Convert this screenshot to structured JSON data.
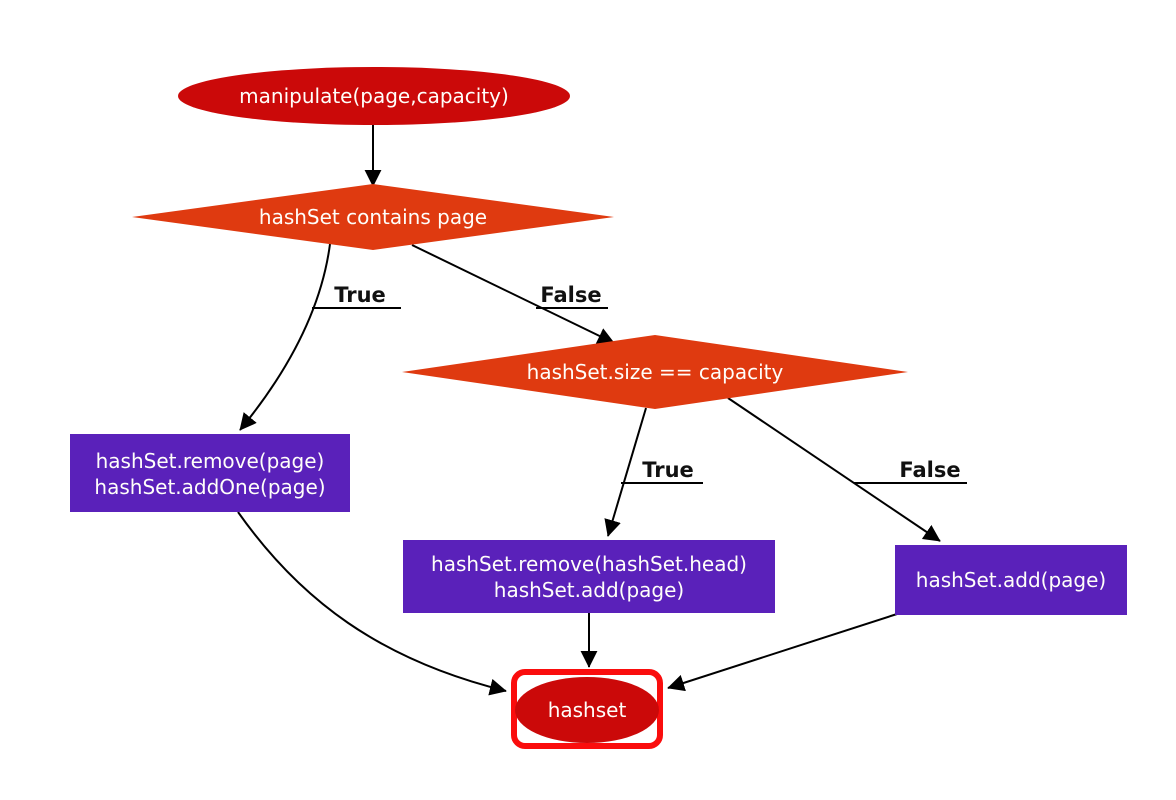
{
  "diagram": {
    "title": "hashset page manipulation flowchart",
    "background_color": "#ffffff",
    "edge_color": "#000000",
    "edge_label_color": "#111111",
    "node_text_color": "#fffefa",
    "nodes": {
      "start": {
        "label": "manipulate(page,capacity)",
        "shape": "ellipse",
        "fill": "#cb0909"
      },
      "decision1": {
        "label": "hashSet contains page",
        "shape": "diamond",
        "fill": "#df3a10"
      },
      "decision2": {
        "label": "hashSet.size == capacity",
        "shape": "diamond",
        "fill": "#df3a10"
      },
      "process1": {
        "line1": "hashSet.remove(page)",
        "line2": "hashSet.addOne(page)",
        "shape": "rect",
        "fill": "#5a21ba"
      },
      "process2": {
        "line1": "hashSet.remove(hashSet.head)",
        "line2": "hashSet.add(page)",
        "shape": "rect",
        "fill": "#5a21ba"
      },
      "process3": {
        "label": "hashSet.add(page)",
        "shape": "rect",
        "fill": "#5a21ba"
      },
      "end": {
        "label": "hashset",
        "shape": "ellipse-highlighted",
        "fill": "#cb0909",
        "border_color": "#fa0d0d"
      }
    },
    "edges": {
      "decision1_true": {
        "label": "True"
      },
      "decision1_false": {
        "label": "False"
      },
      "decision2_true": {
        "label": "True"
      },
      "decision2_false": {
        "label": "False"
      }
    }
  }
}
